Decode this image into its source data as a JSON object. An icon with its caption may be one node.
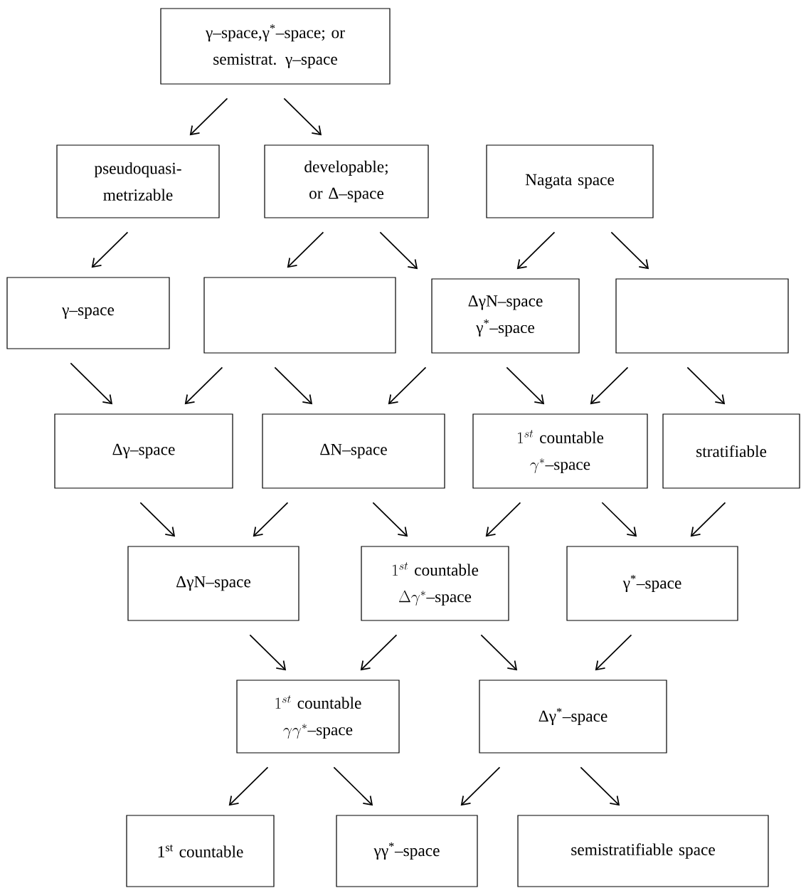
{
  "diagram": {
    "nodes": [
      {
        "text": [
          "γ–space,γ$^{*}$–space; or semistrat. γ–space"
        ]
      },
      {
        "text": [
          "pseudoquasi-metrizable"
        ]
      },
      {
        "text": [
          "developable; or Δ–space"
        ]
      },
      {
        "text": [
          "Nagata space"
        ]
      },
      {
        "text": [
          "γ–space"
        ]
      },
      {
        "text": [],
        "shape": "box"
      },
      {
        "text": [
          "ΔγN–space γ$^{*}$–space"
        ]
      },
      {
        "text": [],
        "shape": "box"
      },
      {
        "text": [
          "Δγ–space"
        ]
      },
      {
        "text": [
          "ΔN–space"
        ]
      },
      {
        "text": [
          "\\begin{array}{c}1^{st}\\mbox{ countable}\\\\ \\gamma^{*}\\mbox{–space}\\end{array}"
        ]
      },
      {
        "text": [
          "stratifiable"
        ]
      },
      {
        "text": [
          "ΔγN–space"
        ]
      },
      {
        "text": [
          "\\begin{array}{c}1^{st}\\mbox{ countable}\\\\ \\Delta\\gamma^{*}\\mbox{–space}\\end{array}"
        ]
      },
      {
        "text": [
          "γ$^{*}$–space"
        ]
      },
      {
        "text": [
          "\\begin{array}{c}1^{st}\\mbox{ countable}\\\\ \\gamma\\gamma^{*}\\mbox{–space}\\end{array}"
        ]
      },
      {
        "text": [
          "Δγ$^{*}$–space"
        ]
      },
      {
        "text": [
          "1$^{st}$ countable"
        ]
      },
      {
        "text": [
          "γγ$^{*}$–space"
        ]
      },
      {
        "text": [
          "semistratifiable space"
        ]
      }
    ],
    "edges": [
      {
        "from": 0,
        "to": 1,
        "arrow": "to"
      },
      {
        "from": 0,
        "to": 2,
        "arrow": "to"
      },
      {
        "from": 1,
        "to": 4,
        "arrow": "to"
      },
      {
        "from": 2,
        "to": 5,
        "arrow": "to"
      },
      {
        "from": 2,
        "to": 6,
        "arrow": "to"
      },
      {
        "from": 3,
        "to": 6,
        "arrow": "to"
      },
      {
        "from": 3,
        "to": 7,
        "arrow": "to"
      },
      {
        "from": 4,
        "to": 8,
        "arrow": "to"
      },
      {
        "from": 5,
        "to": 8,
        "arrow": "to"
      },
      {
        "from": 5,
        "to": 9,
        "arrow": "to"
      },
      {
        "from": 6,
        "to": 9,
        "arrow": "to"
      },
      {
        "from": 6,
        "to": 10,
        "arrow": "to"
      },
      {
        "from": 7,
        "to": 10,
        "arrow": "to"
      },
      {
        "from": 7,
        "to": 11,
        "arrow": "to"
      },
      {
        "from": 8,
        "to": 12,
        "arrow": "to"
      },
      {
        "from": 9,
        "to": 12,
        "arrow": "to"
      },
      {
        "from": 9,
        "to": 13,
        "arrow": "to"
      },
      {
        "from": 10,
        "to": 13,
        "arrow": "to"
      },
      {
        "from": 10,
        "to": 14,
        "arrow": "to"
      },
      {
        "from": 11,
        "to": 14,
        "arrow": "to"
      },
      {
        "from": 12,
        "to": 15,
        "arrow": "to"
      },
      {
        "from": 13,
        "to": 15,
        "arrow": "to"
      },
      {
        "from": 13,
        "to": 16,
        "arrow": "to"
      },
      {
        "from": 14,
        "to": 16,
        "arrow": "to"
      },
      {
        "from": 15,
        "to": 17,
        "arrow": "to"
      },
      {
        "from": 15,
        "to": 18,
        "arrow": "to"
      },
      {
        "from": 16,
        "to": 18,
        "arrow": "to"
      },
      {
        "from": 16,
        "to": 19,
        "arrow": "to"
      }
    ]
  }
}
